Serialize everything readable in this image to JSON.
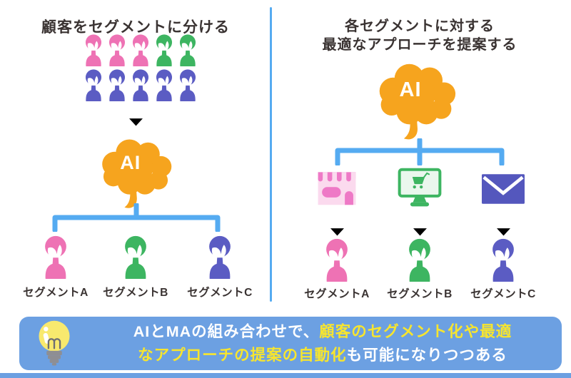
{
  "colors": {
    "pink": "#ee72b4",
    "green": "#3db561",
    "purple": "#5b5cc3",
    "orange": "#f6a41e",
    "blue": "#55abf1",
    "banner-blue": "#6ca0e2",
    "text-dark": "#3a3332",
    "yellow-text": "#f7e52e",
    "store-light": "#fbdaee",
    "store-dark": "#ee79c6",
    "screen-bg": "#eaf7ed",
    "envelope-purple": "#5457bd",
    "bulb-yellow": "#f8e96e",
    "bulb-gray": "#8e8e93",
    "filament-gray": "#6e6e73"
  },
  "left_panel": {
    "title": "顧客をセグメントに分ける",
    "ai_label": "AI",
    "crowd_rows": [
      [
        "pink",
        "pink",
        "pink",
        "green",
        "green"
      ],
      [
        "purple",
        "purple",
        "purple",
        "purple",
        "purple"
      ]
    ],
    "segments": [
      {
        "label": "セグメントA",
        "color": "pink"
      },
      {
        "label": "セグメントB",
        "color": "green"
      },
      {
        "label": "セグメントC",
        "color": "purple"
      }
    ]
  },
  "right_panel": {
    "title_line1": "各セグメントに対する",
    "title_line2": "最適なアプローチを提案する",
    "ai_label": "AI",
    "channels": [
      {
        "name": "store-icon"
      },
      {
        "name": "ec-site-icon"
      },
      {
        "name": "mail-icon"
      }
    ],
    "segments": [
      {
        "label": "セグメントA",
        "color": "pink"
      },
      {
        "label": "セグメントB",
        "color": "green"
      },
      {
        "label": "セグメントC",
        "color": "purple"
      }
    ]
  },
  "banner": {
    "line1": [
      {
        "text": "AIとMAの組み合わせで、",
        "color": "white"
      },
      {
        "text": "顧客のセグメント化や最適",
        "color": "yellow"
      }
    ],
    "line2": [
      {
        "text": "なアプローチの提案の自動化",
        "color": "yellow"
      },
      {
        "text": "も可能になりつつある",
        "color": "white"
      }
    ]
  }
}
